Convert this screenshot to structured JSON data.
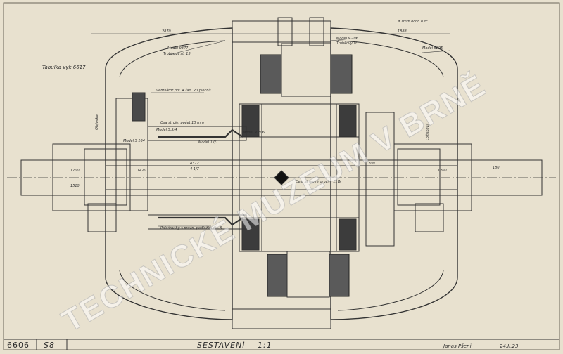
{
  "drawing": {
    "sheet_number": "6606",
    "series": "S8",
    "title": "SESTAVENÍ",
    "scale": "1:1",
    "signature": "Janas Pšeni",
    "date": "24.II.23",
    "table_ref": "Tabulka vyk 6617"
  },
  "labels": {
    "top_dim": "2870",
    "top_right_dim": "1888",
    "top_right_note": "ø 1mm ochr. 8 d²",
    "upper_left_note_1": "Model 9377",
    "upper_left_note_2": "Trubkový st. 15",
    "upper_center_note_1": "Model 9 706",
    "upper_center_note_2": "Trubkový st.",
    "right_model": "Model 5295",
    "left_vertical": "Olejovka",
    "right_vertical": "Ložisková",
    "fan_note": "Ventilátor pol. 4 řad. 20 plechů",
    "center_note": "Osa stroje, počet 10 mm",
    "center_note_2": "Celo strojové pruchy 11W",
    "model_12": "Model 5.3/4",
    "model_13": "Model 5 164",
    "model_14": "Model 17/1",
    "model_15": "Model 9 706",
    "lower_note": "Pološrouby s pružn. podložka čís. 5",
    "dim_left_1": "1700",
    "dim_left_2": "1510",
    "dim_left_3": "1420",
    "dim_center_1": "4372",
    "dim_center_2": "4 1/7",
    "dim_right_1": "1200",
    "dim_right_2": "1200",
    "dim_far_right": "180"
  },
  "watermark": "TECHNICKÉ MUZEUM V BRNĚ",
  "colors": {
    "paper": "#e8e1cf",
    "ink": "#2f2f2f",
    "watermark": "#ffffff"
  }
}
